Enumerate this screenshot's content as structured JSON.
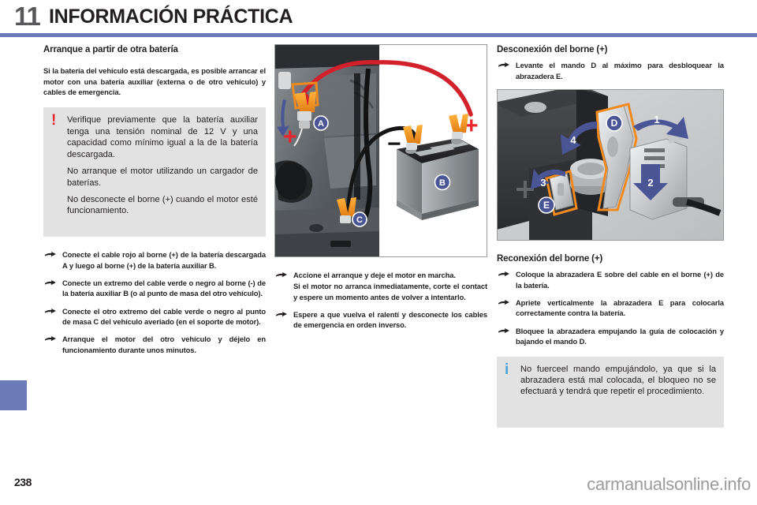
{
  "header": {
    "chapter_number": "11",
    "chapter_title": "INFORMACIÓN PRÁCTICA",
    "rule_color": "#6b7ab8"
  },
  "left_column": {
    "section_title": "Arranque a partir de otra batería",
    "intro_paragraph": "Si la batería del vehículo está descargada, es posible arrancar el motor con una batería auxiliar (externa o de otro vehículo) y cables de emergencia.",
    "warning_box": {
      "icon": "exclamation-icon",
      "icon_color": "#e8262d",
      "paragraphs": [
        "Verifique previamente que la batería auxiliar tenga una tensión nominal de 12 V y una capacidad como mínimo igual a la de la batería descargada.",
        "No arranque el motor utilizando un cargador de baterías.",
        "No desconecte el borne (+) cuando el motor esté funcionamiento."
      ]
    },
    "steps": [
      {
        "text": "Conecte el cable rojo al borne (+) de la batería descargada A y luego al borne (+) de la batería auxiliar B."
      },
      {
        "text": "Conecte un extremo del cable verde o negro al borne (-) de la batería auxiliar B (o al punto de masa del otro vehículo)."
      },
      {
        "text": "Conecte el otro extremo del cable verde o negro al punto de masa C del vehículo averiado (en el soporte de motor)."
      },
      {
        "text": "Arranque el motor del otro vehículo y déjelo en funcionamiento durante unos minutos."
      }
    ]
  },
  "middle_column": {
    "figure": {
      "name": "jump-start-connection-photo",
      "labels": [
        "A",
        "B",
        "C"
      ],
      "polarity_marks": [
        "+",
        "-",
        "+"
      ],
      "cable_colors": {
        "positive": "#d3212c",
        "negative": "#151515",
        "clamp": "#f08a1e"
      }
    },
    "steps": [
      {
        "text": "Accione el arranque y deje el motor en marcha.",
        "sub": "Si el motor no arranca inmediatamente, corte el contact y espere un momento antes de volver a intentarlo."
      },
      {
        "text": "Espere a que vuelva el ralentí y desconecte los cables de emergencia en orden inverso."
      }
    ]
  },
  "right_column": {
    "section_title_1": "Desconexión del borne (+)",
    "steps_1": [
      {
        "text": "Levante el mando D al máximo para desbloquear la abrazadera E."
      }
    ],
    "figure": {
      "name": "battery-terminal-clamp-diagram",
      "letter_labels": [
        "D",
        "E"
      ],
      "step_numbers": [
        "1",
        "2",
        "3",
        "4"
      ],
      "highlight_color": "#f08a1e",
      "arrow_color": "#4a5596"
    },
    "section_title_2": "Reconexión del borne (+)",
    "steps_2": [
      {
        "text": "Coloque la abrazadera E sobre del cable en el borne (+) de la batería."
      },
      {
        "text": "Apriete verticalmente la abrazadera E para colocarla correctamente contra la batería."
      },
      {
        "text": "Bloquee la abrazadera empujando la guía de colocación y bajando el mando D."
      }
    ],
    "info_box": {
      "icon": "info-icon",
      "icon_color": "#4ba3d3",
      "paragraphs": [
        "No fuerceel mando empujándolo, ya que si la abrazadera está mal colocada, el bloqueo no se efectuará y tendrá que repetir el procedimiento."
      ]
    }
  },
  "footer": {
    "page_number": "238",
    "watermark": "carmanualsonline.info"
  }
}
